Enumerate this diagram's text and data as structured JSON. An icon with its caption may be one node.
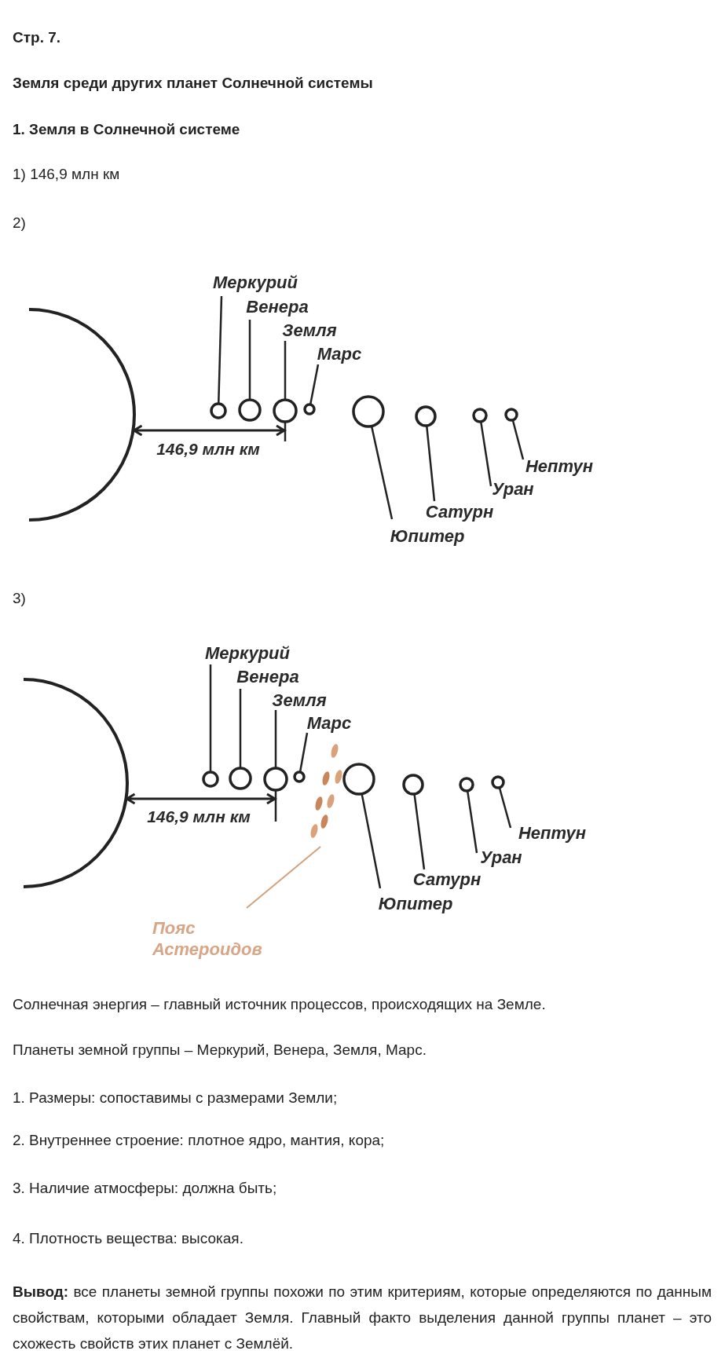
{
  "diagram": {
    "title": "Земля среди других планет Солнечной системы",
    "nodes": [
      {
        "text": [
          "Меркурий"
        ]
      },
      {
        "text": [
          "Венера"
        ]
      },
      {
        "text": [
          "Земля"
        ]
      },
      {
        "text": [
          "Марс"
        ]
      },
      {
        "text": [
          "Юпитер"
        ]
      },
      {
        "text": [
          "Сатурн"
        ]
      },
      {
        "text": [
          "Уран"
        ]
      },
      {
        "text": [
          "Нептун"
        ]
      },
      {
        "text": [],
        "shape": "circle"
      },
      {
        "text": [],
        "shape": "circle"
      },
      {
        "text": [],
        "shape": "circle"
      },
      {
        "text": [],
        "shape": "circle"
      },
      {
        "text": [],
        "shape": "circle"
      },
      {
        "text": [],
        "shape": "circle"
      },
      {
        "text": [],
        "shape": "circle"
      },
      {
        "text": [],
        "shape": "circle"
      },
      {
        "text": [
          "Меркурий"
        ]
      },
      {
        "text": [
          "Венера"
        ]
      },
      {
        "text": [
          "Земля"
        ]
      },
      {
        "text": [
          "Марс"
        ]
      },
      {
        "text": [
          "Юпитер"
        ]
      },
      {
        "text": [
          "Сатурн"
        ]
      },
      {
        "text": [
          "Уран"
        ]
      },
      {
        "text": [
          "Нептун"
        ]
      },
      {
        "text": [],
        "shape": "circle"
      },
      {
        "text": [],
        "shape": "circle"
      },
      {
        "text": [],
        "shape": "circle"
      },
      {
        "text": [],
        "shape": "circle"
      },
      {
        "text": [],
        "shape": "circle"
      },
      {
        "text": [],
        "shape": "circle"
      },
      {
        "text": [],
        "shape": "circle"
      },
      {
        "text": [],
        "shape": "circle"
      },
      {
        "text": [
          "Пояс Астероидов"
        ]
      },
      {
        "text": [],
        "shape": "ellipse"
      },
      {
        "text": [],
        "shape": "circle"
      },
      {
        "text": [],
        "shape": "circle"
      }
    ],
    "edges": [
      {
        "from": 0,
        "to": 8,
        "arrow": "none"
      },
      {
        "from": 1,
        "to": 9,
        "arrow": "none"
      },
      {
        "from": 2,
        "to": 10,
        "arrow": "none"
      },
      {
        "from": 3,
        "to": 11,
        "arrow": "none"
      },
      {
        "from": 4,
        "to": 12,
        "arrow": "none"
      },
      {
        "from": 5,
        "to": 13,
        "arrow": "none"
      },
      {
        "from": 6,
        "to": 14,
        "arrow": "none"
      },
      {
        "from": 7,
        "to": 15,
        "arrow": "none"
      },
      {
        "from": 16,
        "to": 24,
        "arrow": "none"
      },
      {
        "from": 17,
        "to": 25,
        "arrow": "none"
      },
      {
        "from": 18,
        "to": 26,
        "arrow": "none"
      },
      {
        "from": 19,
        "to": 27,
        "arrow": "none"
      },
      {
        "from": 20,
        "to": 28,
        "arrow": "none"
      },
      {
        "from": 21,
        "to": 29,
        "arrow": "none"
      },
      {
        "from": 22,
        "to": 30,
        "arrow": "none"
      },
      {
        "from": 23,
        "to": 31,
        "arrow": "none"
      },
      {
        "from": 32,
        "to": 33,
        "arrow": "none",
        "color": "#d2a27e"
      },
      {
        "from": 34,
        "to": 10,
        "arrow": "both",
        "label": "146,9 млн км"
      },
      {
        "from": 35,
        "to": 26,
        "arrow": "both",
        "label": "146,9 млн км"
      }
    ],
    "labels": [
      "Стр. 7.",
      "1. Земля в Солнечной системе",
      "1) 146,9 млн км",
      "2)",
      "3)",
      "Солнечная энергия – главный источник процессов, происходящих на Земле.",
      "Планеты земной группы – Меркурий, Венера, Земля, Марс.",
      "1. Размеры: сопоставимы с размерами Земли;",
      "2. Внутреннее строение: плотное ядро, мантия, кора;",
      "3. Наличие атмосферы: должна быть;",
      "4. Плотность вещества: высокая.",
      "**Вывод:** все планеты земной группы похожи по этим критериям, которые определяются по данным свойствам, которыми обладает Земля. Главный факто выделения данной группы планет – это схожесть свойств этих планет с Землёй."
    ]
  }
}
